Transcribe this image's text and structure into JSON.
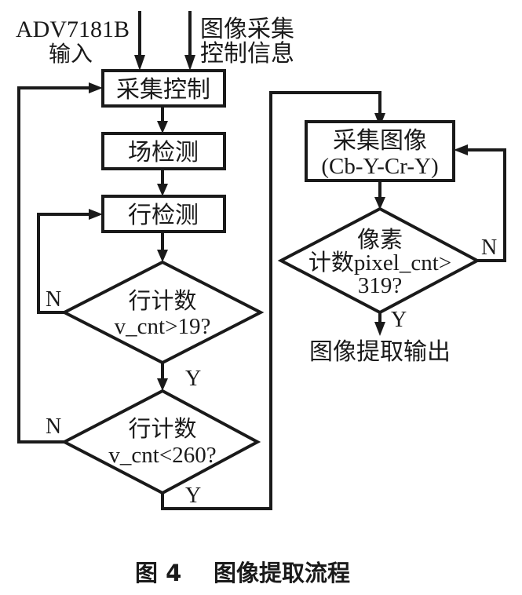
{
  "inputs": {
    "adv": [
      "ADV7181B",
      "输入"
    ],
    "control_info": [
      "图像采集",
      "控制信息"
    ]
  },
  "nodes": {
    "capture_control": "采集控制",
    "field_detect": "场检测",
    "line_detect": "行检测",
    "decision_v19": [
      "行计数",
      "v_cnt>19?"
    ],
    "decision_v260": [
      "行计数",
      "v_cnt<260?"
    ],
    "capture_image": [
      "采集图像",
      "(Cb-Y-Cr-Y)"
    ],
    "decision_pixel": [
      "像素",
      "计数pixel_cnt>",
      "319?"
    ],
    "output": "图像提取输出"
  },
  "edge_labels": {
    "v19_no": "N",
    "v19_yes": "Y",
    "v260_no": "N",
    "v260_yes": "Y",
    "pixel_no": "N",
    "pixel_yes": "Y"
  },
  "caption": {
    "figure_no": "图 4",
    "title": "图像提取流程"
  }
}
